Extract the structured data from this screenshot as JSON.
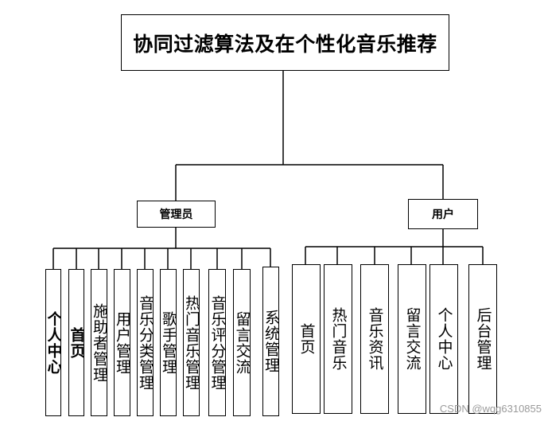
{
  "root": {
    "label": "协同过滤算法及在个性化音乐推荐"
  },
  "admin": {
    "label": "管理员",
    "children": [
      {
        "label": "个人中心",
        "bold": true
      },
      {
        "label": "首页",
        "bold": true
      },
      {
        "label": "施助者管理"
      },
      {
        "label": "用户管理"
      },
      {
        "label": "音乐分类管理"
      },
      {
        "label": "歌手管理"
      },
      {
        "label": "热门音乐管理"
      },
      {
        "label": "音乐评分管理"
      },
      {
        "label": "留言交流"
      },
      {
        "label": "系统管理"
      }
    ]
  },
  "user": {
    "label": "用户",
    "children": [
      {
        "label": "首页"
      },
      {
        "label": "热门音乐"
      },
      {
        "label": "音乐资讯"
      },
      {
        "label": "留言交流"
      },
      {
        "label": "个人中心"
      },
      {
        "label": "后台管理"
      }
    ]
  },
  "watermark": "CSDN @wqg6310855",
  "colors": {
    "line": "#000000",
    "box_border": "#000000",
    "watermark": "#9a9a9a"
  }
}
